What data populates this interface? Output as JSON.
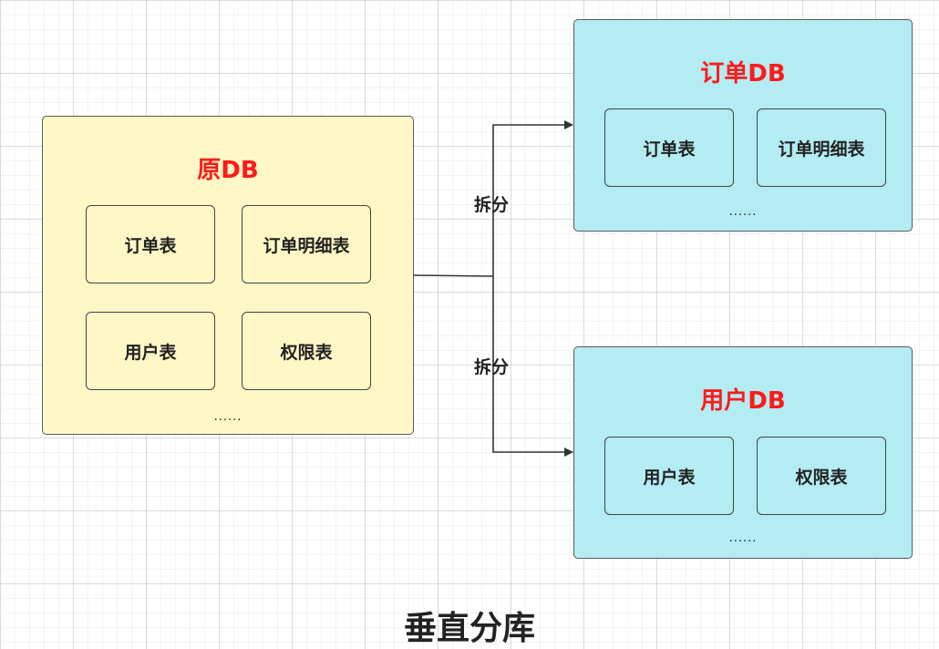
{
  "source_db": {
    "title": "原DB",
    "tables": [
      "订单表",
      "订单明细表",
      "用户表",
      "权限表"
    ],
    "more": "......"
  },
  "order_db": {
    "title": "订单DB",
    "tables": [
      "订单表",
      "订单明细表"
    ],
    "more": "......"
  },
  "user_db": {
    "title": "用户DB",
    "tables": [
      "用户表",
      "权限表"
    ],
    "more": "......"
  },
  "edges": {
    "to_order_label": "拆分",
    "to_user_label": "拆分"
  },
  "caption": "垂直分库",
  "colors": {
    "source_fill": "#fff7c6",
    "target_fill": "#b3ecf2",
    "title_red": "#ff1a1a"
  }
}
